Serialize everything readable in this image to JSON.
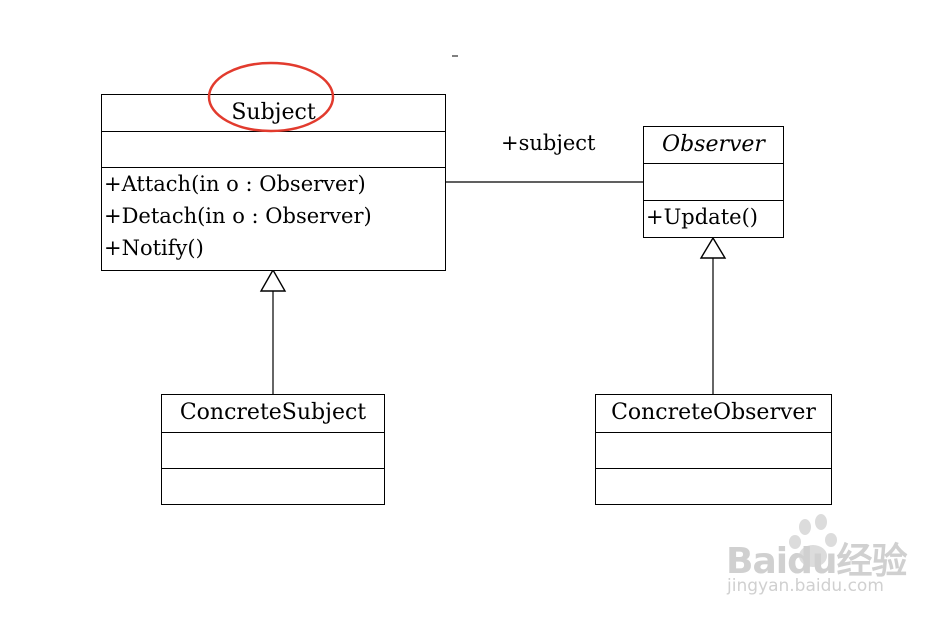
{
  "classes": {
    "subject": {
      "name": "Subject",
      "operations": [
        "+Attach(in o : Observer)",
        "+Detach(in o : Observer)",
        "+Notify()"
      ]
    },
    "observer": {
      "name": "Observer",
      "operations": [
        "+Update()"
      ]
    },
    "concrete_subject": {
      "name": "ConcreteSubject"
    },
    "concrete_observer": {
      "name": "ConcreteObserver"
    }
  },
  "association": {
    "label": "+subject"
  },
  "highlight": {
    "color": "#e23b2e"
  },
  "watermark": {
    "brand": "Baidu经验",
    "url": "jingyan.baidu.com"
  }
}
